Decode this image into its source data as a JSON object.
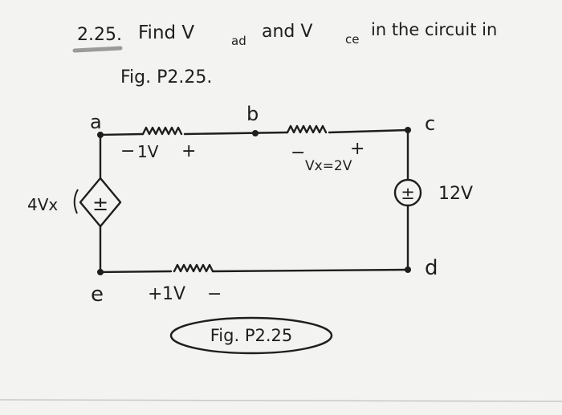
{
  "problem": {
    "number": "2.25.",
    "line1_prefix": "Find V",
    "vad_subscript": "ad",
    "line1_mid": "and V",
    "vce_subscript": "ce",
    "line1_suffix": "in the circuit in",
    "line2": "Fig. P2.25."
  },
  "circuit": {
    "node_labels": {
      "a": "a",
      "b": "b",
      "c": "c",
      "d": "d",
      "e": "e"
    },
    "resistor_ab": {
      "minus": "−",
      "value": "1V",
      "plus": "+"
    },
    "resistor_bc": {
      "minus": "−",
      "label": "Vx=2V",
      "plus": "+"
    },
    "resistor_ed": {
      "plus": "+",
      "value": "1V",
      "minus": "−"
    },
    "dependent_source": {
      "label": "4Vx",
      "symbol": "±"
    },
    "voltage_source": {
      "label": "12V",
      "symbol": "±"
    }
  },
  "caption": "Fig. P2.25"
}
